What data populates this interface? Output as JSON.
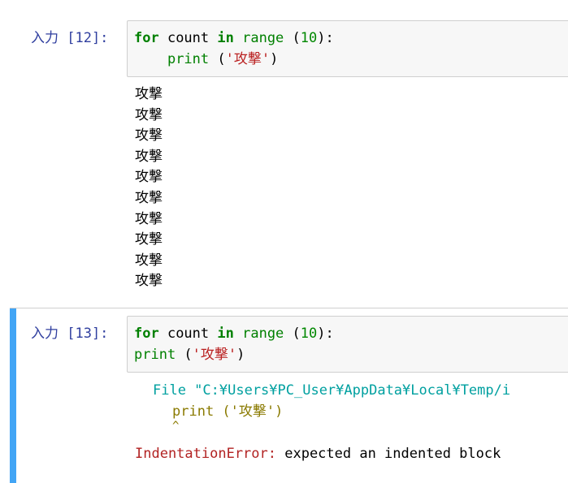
{
  "cells": [
    {
      "prompt": "入力 [12]:",
      "code": {
        "line1": {
          "kw": "for",
          "var": " count ",
          "in": "in",
          "space": " ",
          "fn": "range",
          "open": " (",
          "num": "10",
          "close": "):"
        },
        "line2": {
          "indent": "    ",
          "fn": "print",
          "open": " (",
          "str": "'攻撃'",
          "close": ")"
        }
      },
      "output": [
        "攻撃",
        "攻撃",
        "攻撃",
        "攻撃",
        "攻撃",
        "攻撃",
        "攻撃",
        "攻撃",
        "攻撃",
        "攻撃"
      ]
    },
    {
      "prompt": "入力 [13]:",
      "code": {
        "line1": {
          "kw": "for",
          "var": " count ",
          "in": "in",
          "space": " ",
          "fn": "range",
          "open": " (",
          "num": "10",
          "close": "):"
        },
        "line2": {
          "indent": "",
          "fn": "print",
          "open": " (",
          "str": "'攻撃'",
          "close": ")"
        }
      },
      "error": {
        "file_line": "File \"C:¥Users¥PC_User¥AppData¥Local¥Temp/i",
        "code_line": "print ('攻撃')",
        "caret": "^",
        "name": "IndentationError:",
        "message": " expected an indented block"
      }
    }
  ],
  "colors": {
    "selected_bar": "#42a5f5",
    "prompt": "#303f9f",
    "keyword": "#008000",
    "string": "#ba2121",
    "error_name": "#b22222"
  }
}
